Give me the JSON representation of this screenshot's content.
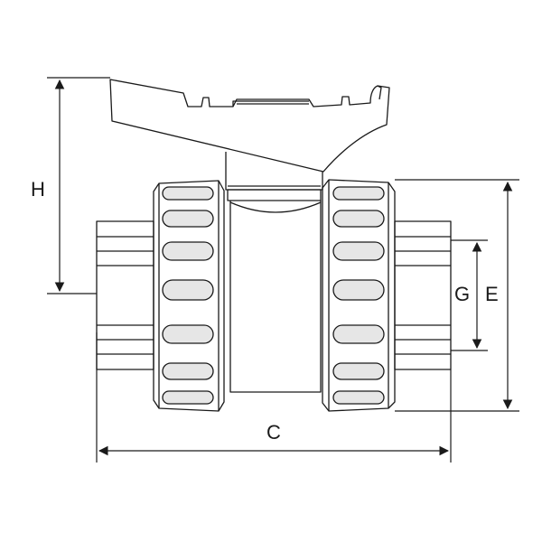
{
  "diagram": {
    "labels": {
      "h": "H",
      "g": "G",
      "e": "E",
      "c": "C"
    },
    "colors": {
      "stroke": "#1a1a1a",
      "grip": "#e6e6e6",
      "body": "#ffffff"
    }
  }
}
